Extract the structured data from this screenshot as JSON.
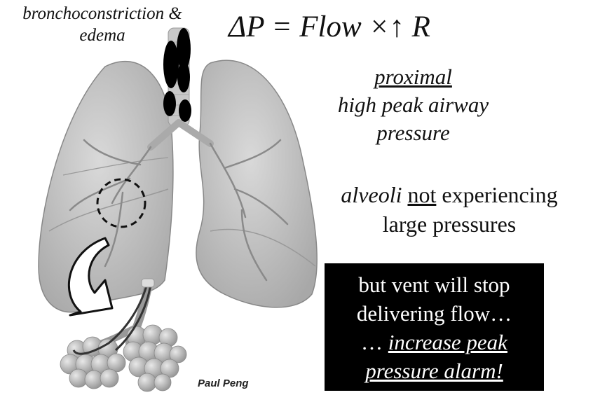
{
  "caption": {
    "line1": "bronchoconstriction &",
    "line2": "edema"
  },
  "formula": "ΔP =  Flow ×↑ R",
  "proximal": {
    "heading": "proximal",
    "line2": "high peak airway",
    "line3": "pressure"
  },
  "alveoli": {
    "word": "alveoli",
    "not": "not",
    "rest1": " experiencing",
    "line2": "large pressures"
  },
  "alarm": {
    "line1": "but vent will stop",
    "line2": "delivering flow…",
    "line3_prefix": "… ",
    "line3_em": "increase peak",
    "line4": "pressure alarm!"
  },
  "credit": "Paul Peng",
  "colors": {
    "lung_fill": "#bfbfbf",
    "lung_dark": "#8a8a8a",
    "box": "#000000"
  }
}
